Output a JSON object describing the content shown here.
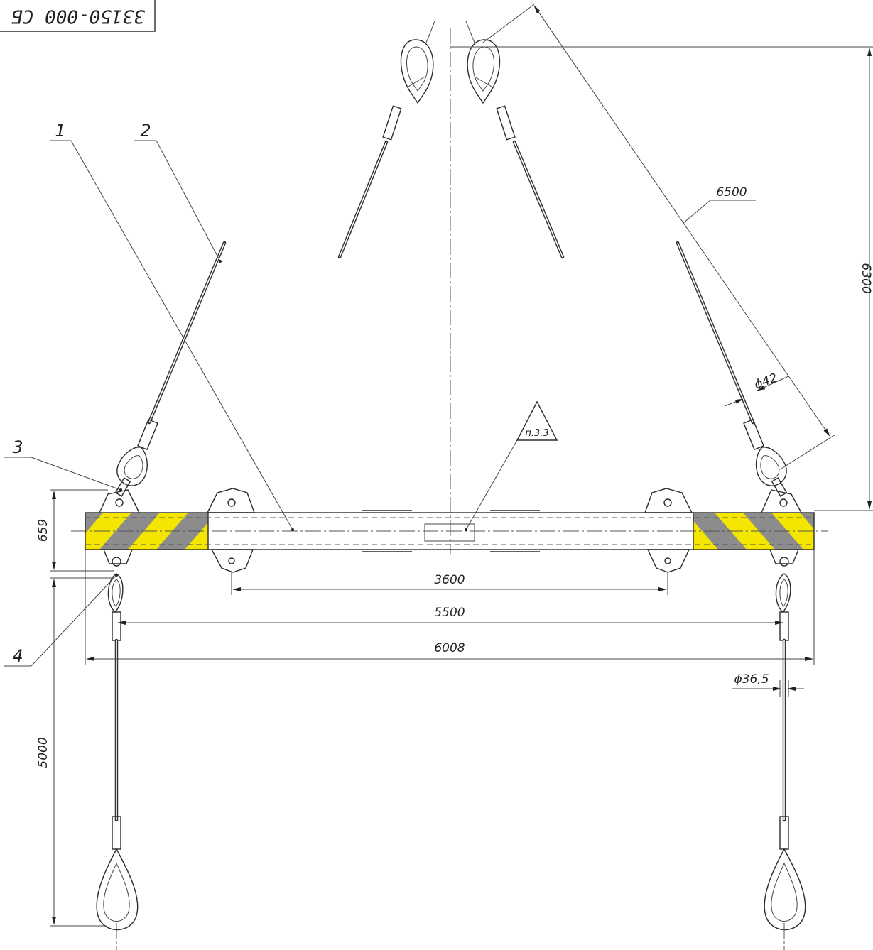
{
  "drawing": {
    "designation": "33150-000 СБ",
    "note_ref": "п.3.3",
    "callouts": [
      "1",
      "2",
      "3",
      "4"
    ],
    "dimensions": {
      "lug_spacing": "3600",
      "sling_spacing": "5500",
      "beam_length": "6008",
      "beam_height": "659",
      "upper_sling_length": "6500",
      "upper_height": "6300",
      "upper_rope_dia": "ϕ42",
      "lower_sling_length": "5000",
      "lower_rope_dia": "ϕ36,5"
    },
    "colors": {
      "hazard_yellow": "#f5e600",
      "hazard_gray": "#8c8c8c",
      "ink": "#2b2b2b"
    }
  }
}
